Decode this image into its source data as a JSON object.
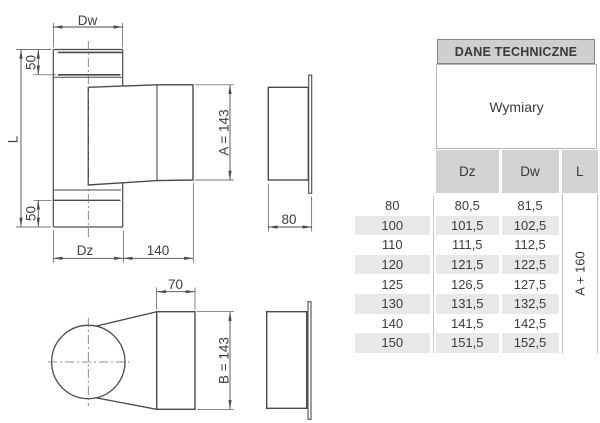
{
  "drawing": {
    "front_view": {
      "dw_label": "Dw",
      "top_50": "50",
      "length_label": "L",
      "bottom_50": "50",
      "a_label": "A = 143",
      "dz_label": "Dz",
      "w140_label": "140"
    },
    "side_view_top": {
      "w80_label": "80"
    },
    "top_view": {
      "w70_label": "70",
      "b_label": "B = 143"
    }
  },
  "table": {
    "title": "DANE TECHNICZNE",
    "group_header": "Wymiary",
    "columns": [
      "Dz",
      "Dw",
      "L"
    ],
    "l_merged_value": "A + 160",
    "rows": [
      {
        "size": "80",
        "dz": "80,5",
        "dw": "81,5"
      },
      {
        "size": "100",
        "dz": "101,5",
        "dw": "102,5"
      },
      {
        "size": "110",
        "dz": "111,5",
        "dw": "112,5"
      },
      {
        "size": "120",
        "dz": "121,5",
        "dw": "122,5"
      },
      {
        "size": "125",
        "dz": "126,5",
        "dw": "127,5"
      },
      {
        "size": "130",
        "dz": "131,5",
        "dw": "132,5"
      },
      {
        "size": "140",
        "dz": "141,5",
        "dw": "142,5"
      },
      {
        "size": "150",
        "dz": "151,5",
        "dw": "152,5"
      }
    ]
  },
  "colors": {
    "line": "#4a4a4a",
    "centerline": "#6e6e6e",
    "table_header_bg": "#cfcfcf",
    "column_header_bg": "#d2d2d2",
    "stripe_bg": "#e8e8e8",
    "text": "#3c3c3c"
  }
}
